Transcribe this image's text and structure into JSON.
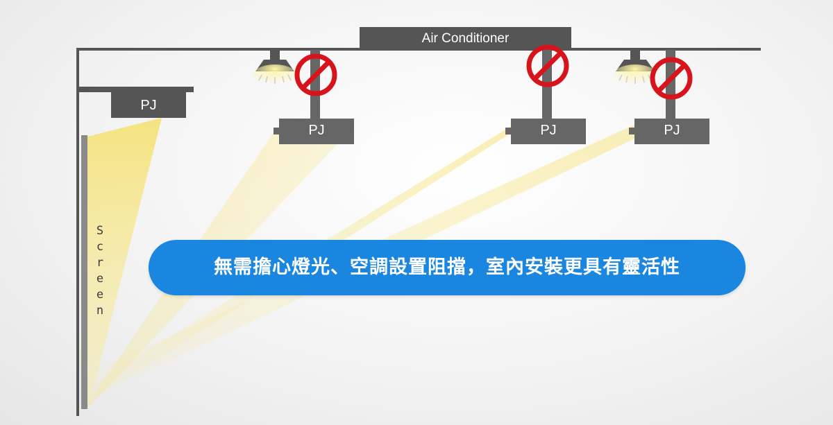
{
  "labels": {
    "air_conditioner": "Air Conditioner",
    "projector": "PJ",
    "screen": "Screen"
  },
  "banner": {
    "text": "無需擔心燈光、空調設置阻擋，室內安裝更具有靈活性"
  },
  "icons": {
    "prohibited": "prohibited-icon",
    "ceiling_lamp": "ceiling-lamp-icon"
  },
  "colors": {
    "beam": "#f5e27a",
    "prohibited": "#d7141b",
    "device": "#666666",
    "banner": "#1a86e0"
  }
}
